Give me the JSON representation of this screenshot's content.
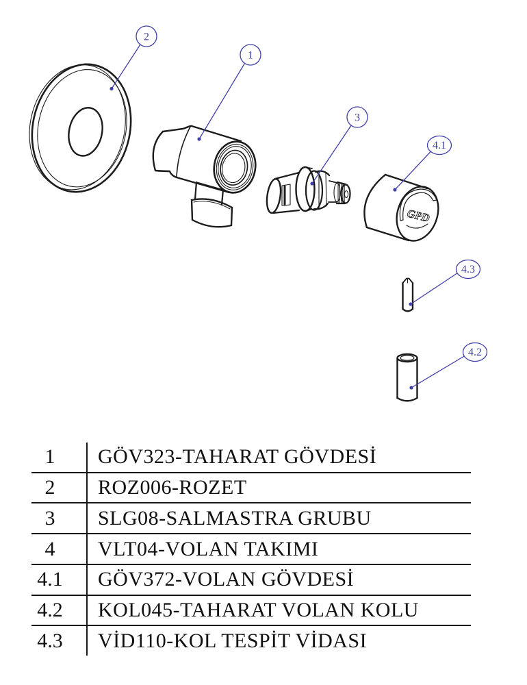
{
  "diagram": {
    "callouts": {
      "c1": "1",
      "c2": "2",
      "c3": "3",
      "c41": "4.1",
      "c42": "4.2",
      "c43": "4.3"
    },
    "logo_text": "GPD"
  },
  "table": {
    "rows": [
      {
        "no": "1",
        "desc": "GÖV323-TAHARAT GÖVDESİ"
      },
      {
        "no": "2",
        "desc": "ROZ006-ROZET"
      },
      {
        "no": "3",
        "desc": "SLG08-SALMASTRA GRUBU"
      },
      {
        "no": "4",
        "desc": "VLT04-VOLAN TAKIMI"
      },
      {
        "no": "4.1",
        "desc": "GÖV372-VOLAN GÖVDESİ"
      },
      {
        "no": "4.2",
        "desc": "KOL045-TAHARAT VOLAN KOLU"
      },
      {
        "no": "4.3",
        "desc": "VİD110-KOL TESPİT VİDASI"
      }
    ]
  },
  "colors": {
    "callout_blue": "#4040a8",
    "line_black": "#1c1c1c"
  }
}
